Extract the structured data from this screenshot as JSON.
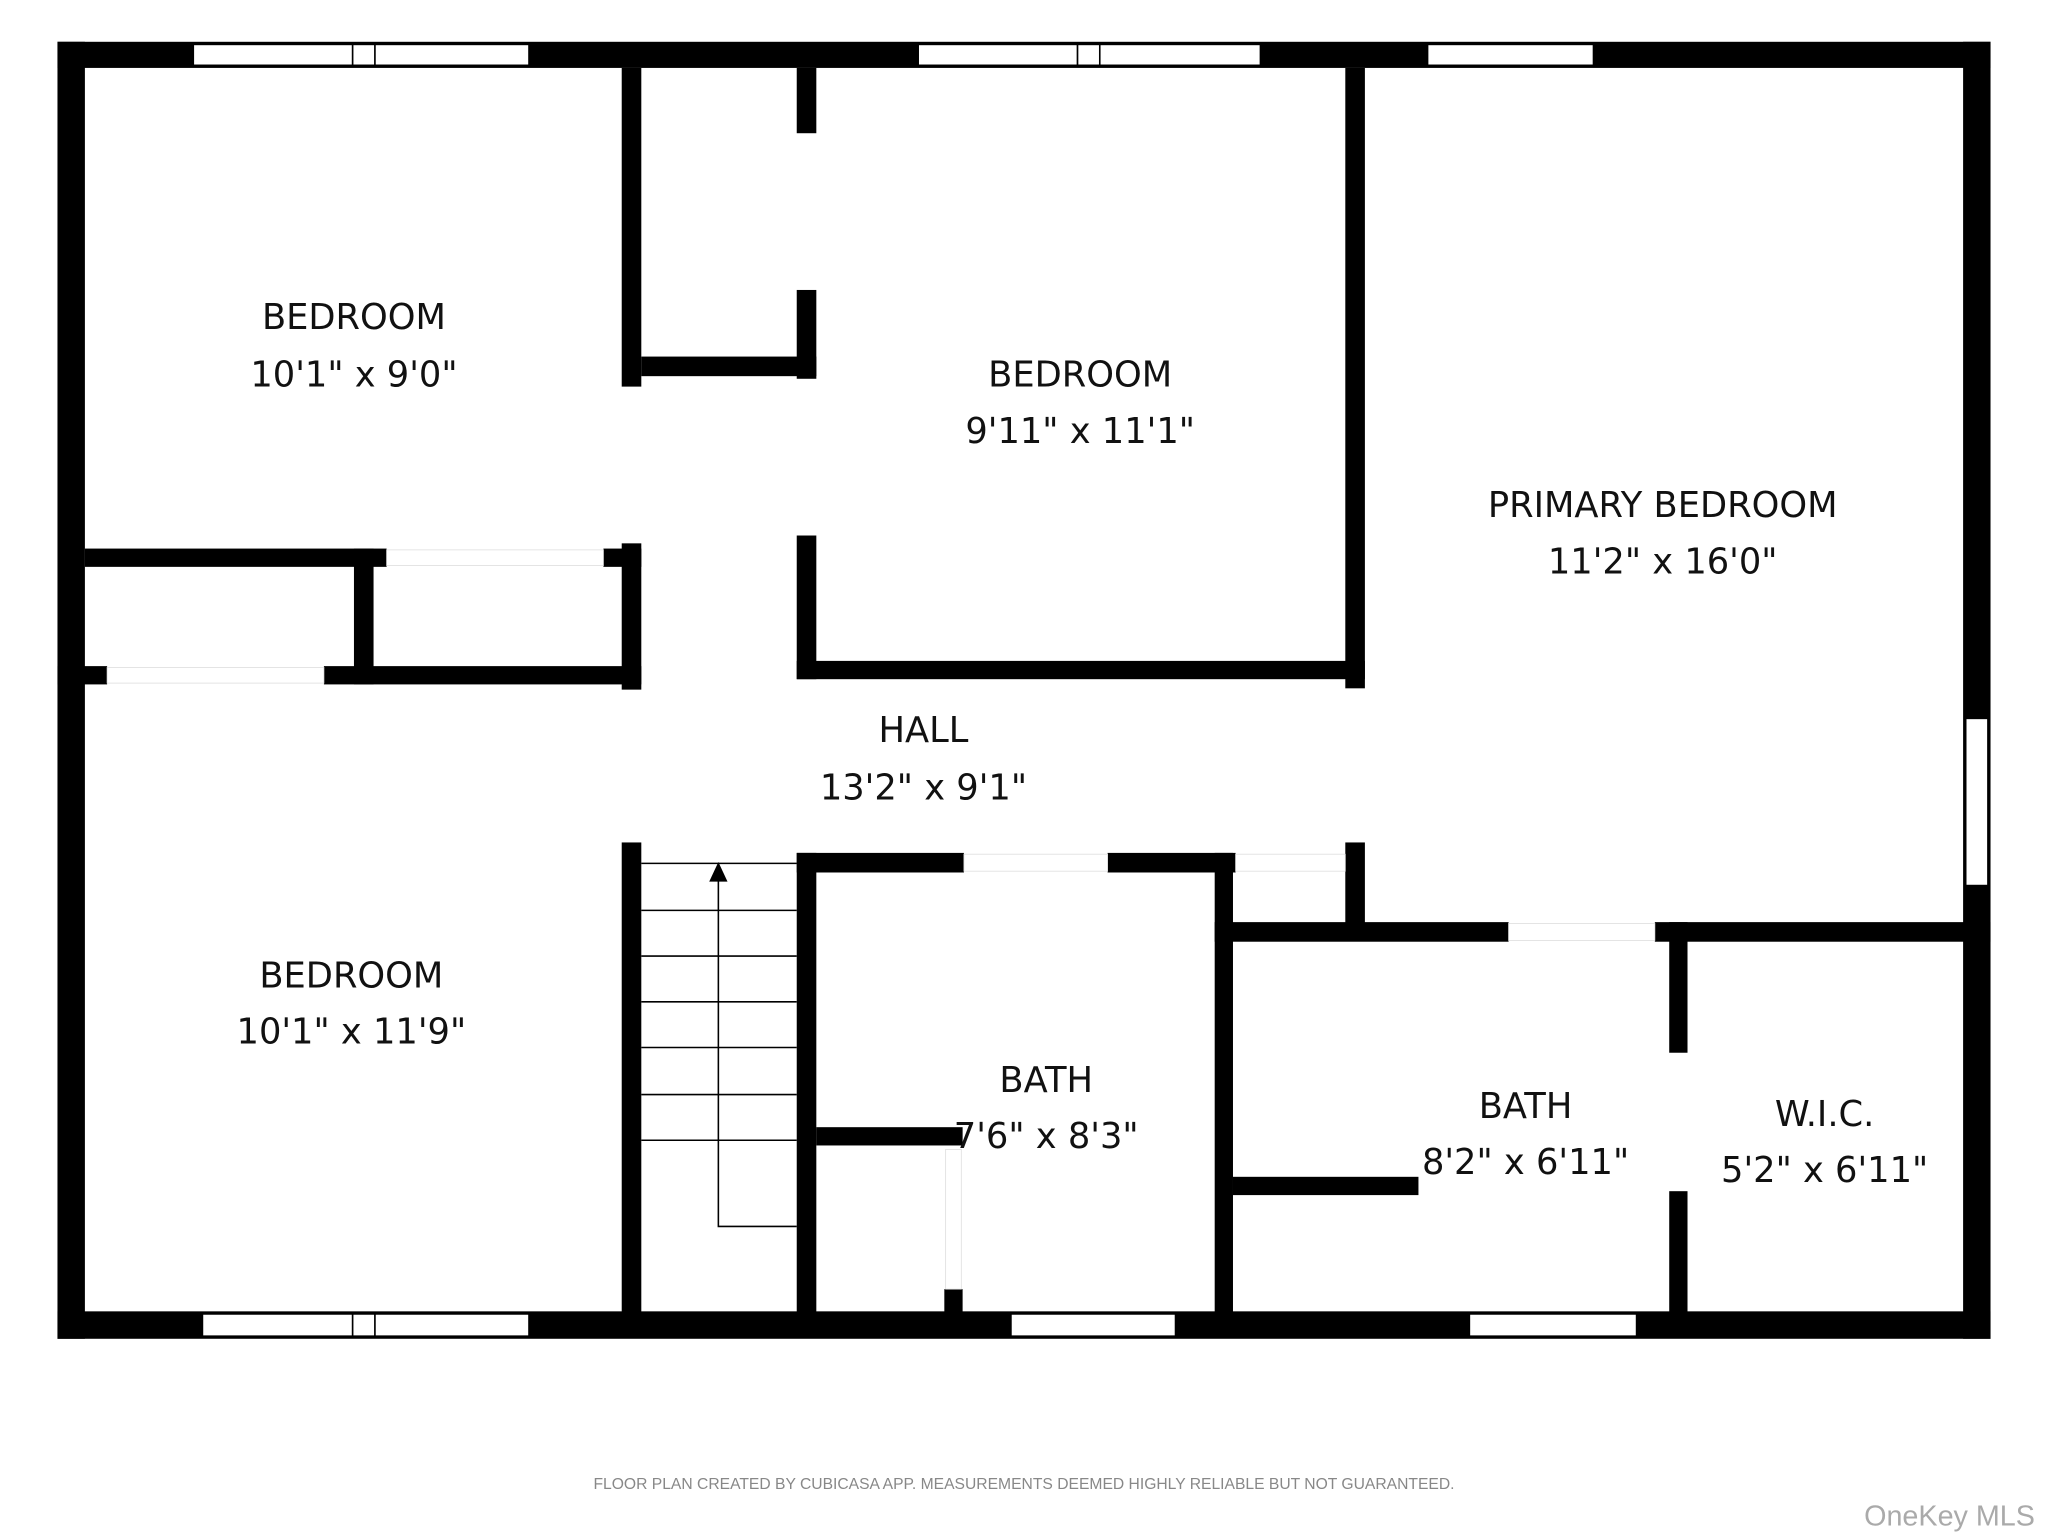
{
  "rooms": [
    {
      "name": "BEDROOM",
      "size": "10'1\" x 9'0\""
    },
    {
      "name": "BEDROOM",
      "size": "9'11\" x 11'1\""
    },
    {
      "name": "PRIMARY BEDROOM",
      "size": "11'2\" x 16'0\""
    },
    {
      "name": "HALL",
      "size": "13'2\" x 9'1\""
    },
    {
      "name": "BEDROOM",
      "size": "10'1\" x 11'9\""
    },
    {
      "name": "BATH",
      "size": "7'6\" x 8'3\""
    },
    {
      "name": "BATH",
      "size": "8'2\" x 6'11\""
    },
    {
      "name": "W.I.C.",
      "size": "5'2\" x 6'11\""
    }
  ],
  "footer": {
    "disclaimer": "FLOOR PLAN CREATED BY CUBICASA APP. MEASUREMENTS DEEMED HIGHLY RELIABLE BUT NOT GUARANTEED."
  },
  "watermark": "OneKey MLS",
  "colors": {
    "wall": "#000000",
    "background": "#ffffff"
  }
}
